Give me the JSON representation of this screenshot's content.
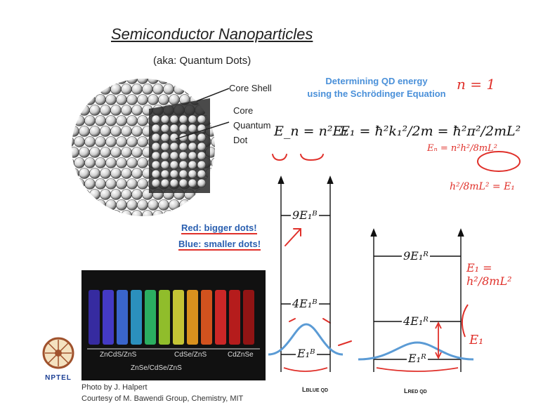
{
  "title": "Semiconductor Nanoparticles",
  "subtitle": "(aka: Quantum Dots)",
  "qd_heading_line1": "Determining QD energy",
  "qd_heading_line2": "using the Schrödinger Equation",
  "labels": {
    "core_shell": "Core Shell",
    "core": "Core",
    "quantum": "Quantum",
    "dot": "Dot"
  },
  "notes": {
    "red": "Red: bigger dots!",
    "blue": "Blue: smaller dots!"
  },
  "equations": {
    "en": "E_n = n²E₁",
    "e1": "E₁ = ħ²k₁²/2m = ħ²π²/2mL²"
  },
  "blue_diagram": {
    "levels": [
      "9E₁ᴮ",
      "4E₁ᴮ",
      "E₁ᴮ"
    ],
    "axis_label": "L",
    "axis_sub": "BLUE QD"
  },
  "red_diagram": {
    "levels": [
      "9E₁ᴿ",
      "4E₁ᴿ",
      "E₁ᴿ"
    ],
    "axis_label": "L",
    "axis_sub": "RED QD"
  },
  "photo_labels": [
    "ZnCdS/ZnS",
    "CdSe/ZnS",
    "CdZnSe",
    "ZnSe/CdSe/ZnS"
  ],
  "handwriting": {
    "n1": "n = 1",
    "en_formula": "Eₙ = n²h²/8mL²",
    "e1_formula": "h²/8mL² = E₁",
    "e1_right": "E₁ = h²/8mL²",
    "e1_side": "E₁"
  },
  "credits": {
    "line1": "Photo by J. Halpert",
    "line2": "Courtesy of M. Bawendi Group, Chemistry, MIT"
  },
  "logo_text": "NPTEL",
  "colors": {
    "heading_blue": "#4a90d9",
    "ink_red": "#e0302a",
    "wave_blue": "#5b9bd5"
  }
}
